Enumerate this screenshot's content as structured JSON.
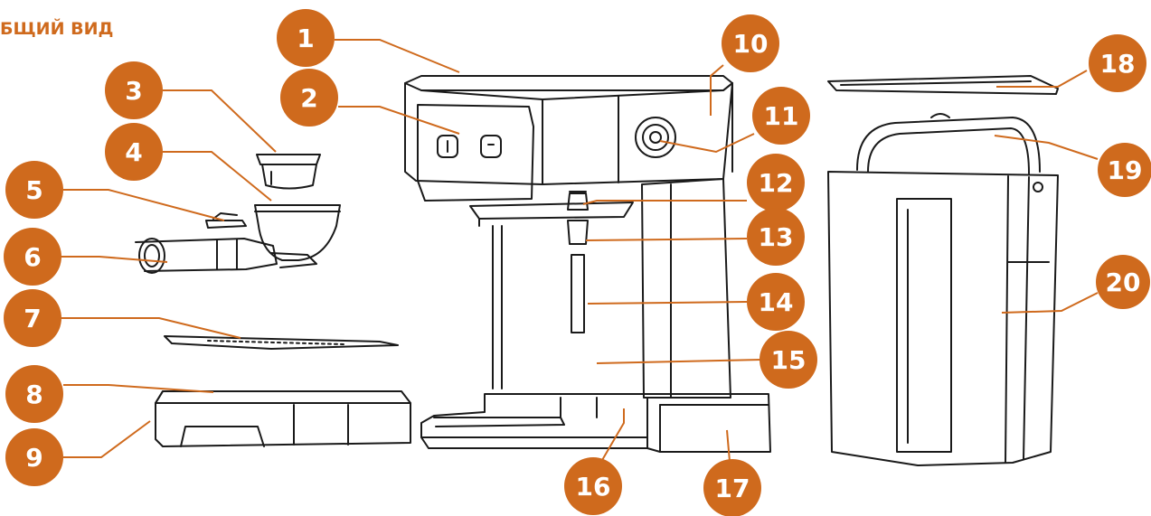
{
  "heading": "БЩИЙ ВИД",
  "accent_color": "#cf6a1d",
  "callouts": [
    "1",
    "2",
    "3",
    "4",
    "5",
    "6",
    "7",
    "8",
    "9",
    "10",
    "11",
    "12",
    "13",
    "14",
    "15",
    "16",
    "17",
    "18",
    "19",
    "20"
  ]
}
